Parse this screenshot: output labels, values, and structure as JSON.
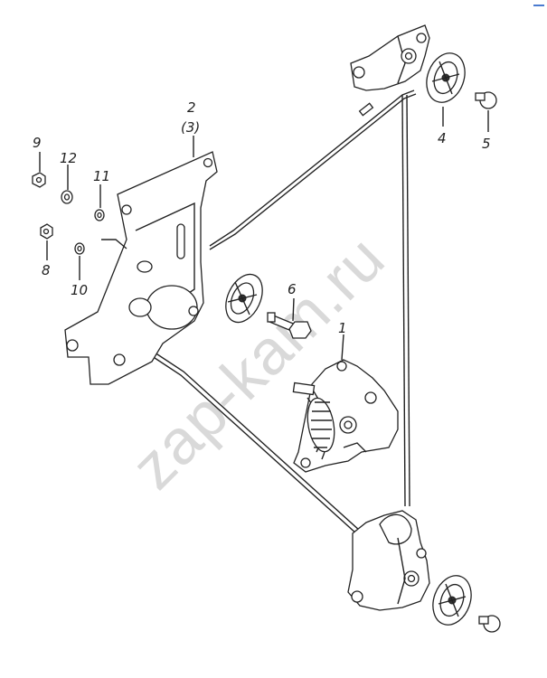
{
  "watermark": "zap-kam.ru",
  "callouts": [
    {
      "id": "1",
      "text": "1"
    },
    {
      "id": "2",
      "text": "2"
    },
    {
      "id": "3",
      "text": "(3)"
    },
    {
      "id": "4",
      "text": "4"
    },
    {
      "id": "5",
      "text": "5"
    },
    {
      "id": "6",
      "text": "6"
    },
    {
      "id": "8",
      "text": "8"
    },
    {
      "id": "9",
      "text": "9"
    },
    {
      "id": "10",
      "text": "10"
    },
    {
      "id": "11",
      "text": "11"
    },
    {
      "id": "12",
      "text": "12"
    }
  ]
}
